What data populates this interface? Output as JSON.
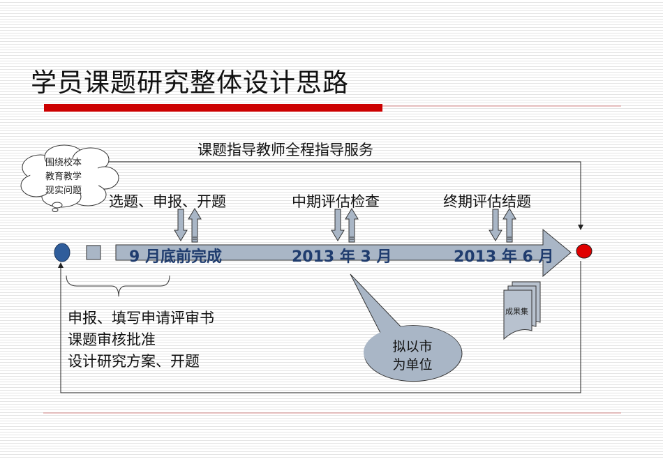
{
  "title": "学员课题研究整体设计思路",
  "mentor_label": "课题指导教师全程指导服务",
  "cloud_lines": [
    "围绕校本",
    "教育教学",
    "现实问题"
  ],
  "stages": {
    "topic": "选题、申报、开题",
    "mid": "中期评估检查",
    "final": "终期评估结题"
  },
  "dates": {
    "sep": "9 月底前完成",
    "mar": "2013 年 3 月",
    "jun": "2013 年 6 月"
  },
  "steps": [
    "申报、填写申请评审书",
    "课题审核批准",
    "设计研究方案、开题"
  ],
  "bubble_lines": [
    "拟以市",
    "为单位"
  ],
  "results_label": "成果集",
  "colors": {
    "red_bar": "#cc0000",
    "arrow_fill": "#a9b6c6",
    "date_text": "#1f3c6e",
    "start_dot": "#2f5d9b",
    "end_dot": "#e00000"
  }
}
